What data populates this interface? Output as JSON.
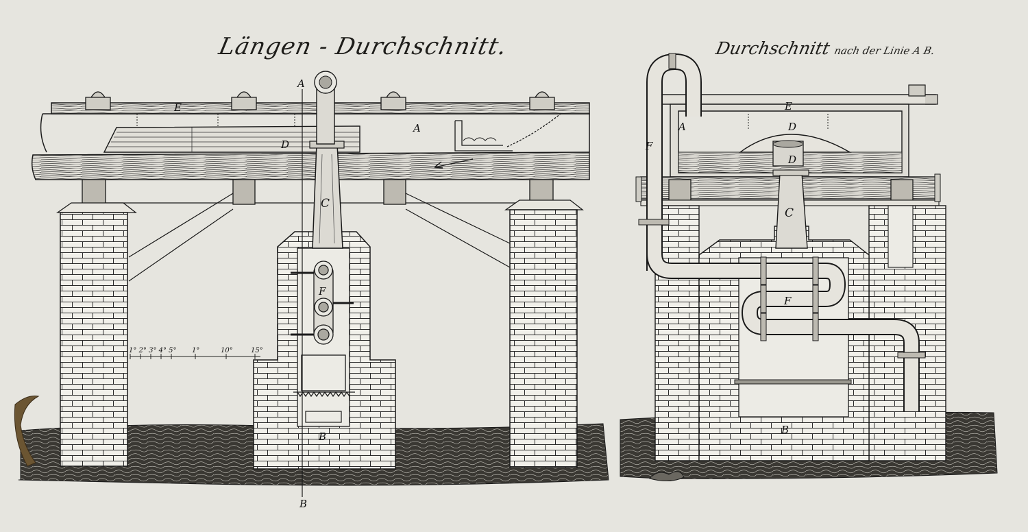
{
  "titles": {
    "left": "Längen - Durchschnitt.",
    "right_main": "Durchschnitt",
    "right_small": "nach der Linie A B."
  },
  "labels": {
    "a_top": "A",
    "b_bottom": "B",
    "e_beam": "E",
    "a_chamber": "A",
    "d_tray": "D",
    "c_chimney": "C",
    "f_pipe": "F",
    "b_furnace": "B",
    "scale_left": "1° 2° 3° 4° 5°",
    "scale_mid": "1°",
    "scale_ten": "10°",
    "scale_end": "15°",
    "r_e": "E",
    "r_a": "A",
    "r_d": "D",
    "r_d2": "D",
    "r_f_pipe": "F",
    "r_c": "C",
    "r_f_coil": "F",
    "r_b": "B"
  },
  "colors": {
    "paper": "#e6e5df",
    "ink": "#1a1a1a",
    "brick": "#f1f0ea",
    "ground": "#2b2a26"
  }
}
